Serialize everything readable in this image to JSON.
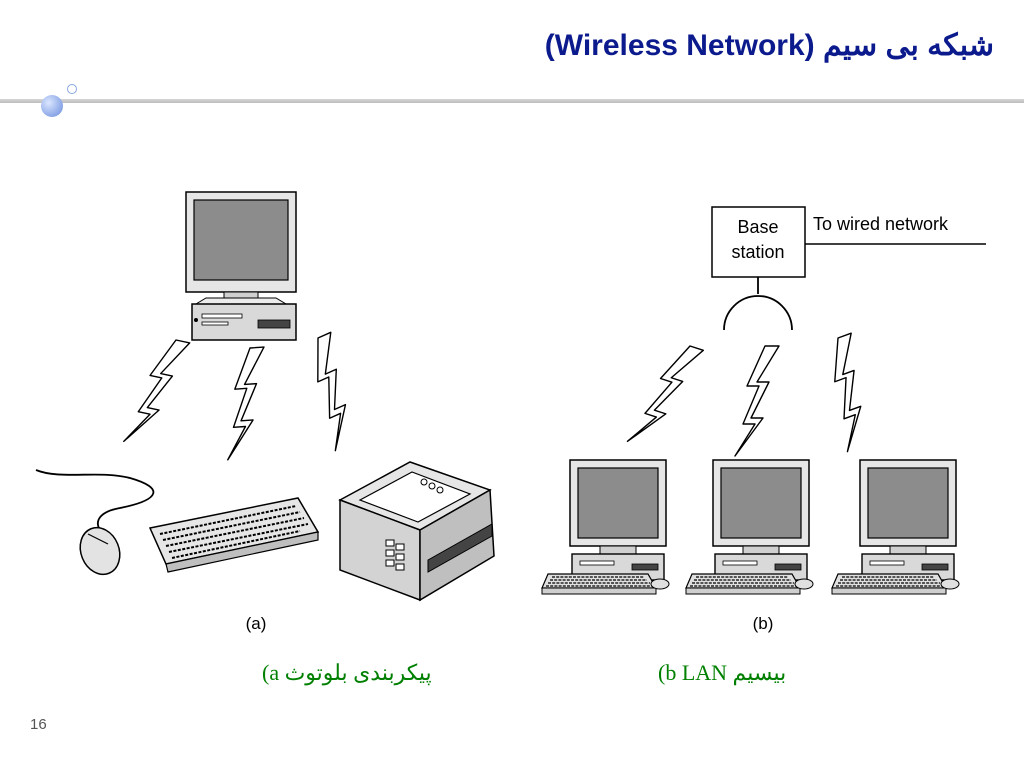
{
  "slide": {
    "title": "شبکه بی سیم (Wireless Network)",
    "page_number": "16"
  },
  "diagram": {
    "label_a": "(a)",
    "label_b": "(b)",
    "base_station_line1": "Base",
    "base_station_line2": "station",
    "wired_network": "To wired network"
  },
  "captions": {
    "a": "(a پیکربندی بلوتوث",
    "b": "(b LAN بیسیم"
  },
  "colors": {
    "title": "#0b1a8c",
    "caption": "#008000",
    "screen": "#8c8c8c",
    "device": "#d9d9d9"
  }
}
